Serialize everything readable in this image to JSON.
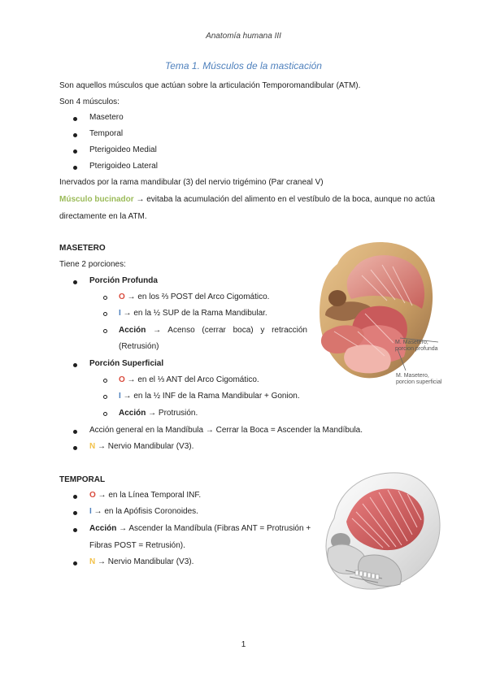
{
  "header": "Anatomía humana III",
  "title": "Tema 1. Músculos de la masticación",
  "intro": {
    "line1": "Son aquellos músculos que actúan sobre la articulación Temporomandibular (ATM).",
    "line2": "Son 4 músculos:",
    "list": [
      "Masetero",
      "Temporal",
      "Pterigoideo Medial",
      "Pterigoideo Lateral"
    ],
    "line3": "Inervados por la rama mandibular (3) del nervio trigémino (Par craneal V)",
    "buccinator": {
      "label": "Músculo bucinador",
      "text": " → evitaba la acumulación del alimento en el vestíbulo de la boca, aunque no actúa",
      "continuation": "directamente en la ATM."
    }
  },
  "masetero": {
    "heading": "MASETERO",
    "subheading": "Tiene 2 porciones:",
    "profunda": {
      "label": "Porción Profunda",
      "o_label": "O",
      "o_text": " → en los ⅔ POST del Arco Cigomático.",
      "i_label": "I",
      "i_text": " → en la ½ SUP de la Rama Mandibular.",
      "accion_label": "Acción",
      "accion_text_line1": "→ Acenso (cerrar boca) y retracción",
      "accion_text_line2": "(Retrusión)"
    },
    "superficial": {
      "label": "Porción Superficial",
      "o_label": "O",
      "o_text": " → en el ⅓ ANT del Arco Cigomático.",
      "i_label": "I",
      "i_text": " → en la ½ INF de la Rama Mandibular + Gonion.",
      "accion_label": "Acción",
      "accion_text": " → Protrusión."
    },
    "accion_general": "Acción general en la Mandíbula → Cerrar la Boca = Ascender la Mandíbula.",
    "nervio_label": "N",
    "nervio_text": " → Nervio Mandibular (V3).",
    "figure_captions": {
      "deep": [
        "M. Masetero,",
        "porcion profunda"
      ],
      "superficial": [
        "M. Masetero,",
        "porcion superficial"
      ]
    }
  },
  "temporal": {
    "heading": "TEMPORAL",
    "o_label": "O",
    "o_text": " → en la Línea Temporal INF.",
    "i_label": "I",
    "i_text": " → en la Apófisis Coronoides.",
    "accion_label": "Acción",
    "accion_text_line1": " → Ascender la Mandíbula (Fibras ANT = Protrusión +",
    "accion_text_line2": "Fibras POST = Retrusión).",
    "nervio_label": "N",
    "nervio_text": " → Nervio Mandibular (V3)."
  },
  "footer": {
    "page_number": "1"
  }
}
